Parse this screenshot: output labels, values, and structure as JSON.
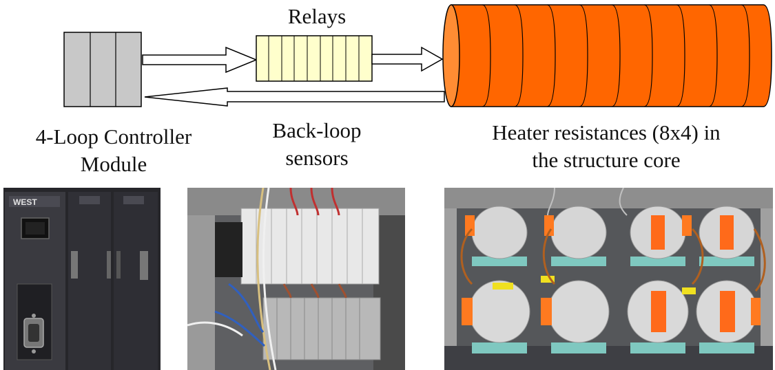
{
  "diagram": {
    "relays_label": "Relays",
    "controller_label_line1": "4-Loop Controller",
    "controller_label_line2": "Module",
    "sensors_label_line1": "Back-loop",
    "sensors_label_line2": "sensors",
    "heater_label_line1": "Heater resistances (8x4) in",
    "heater_label_line2": "the structure core",
    "controller_logo_text": "WEST"
  },
  "colors": {
    "controller_fill": "#c8c8c8",
    "relay_fill": "#ffffcc",
    "heater_fill": "#ff6600",
    "heater_end_fill": "#ff8c33",
    "arrow_fill": "#ffffff",
    "outline": "#000000"
  }
}
